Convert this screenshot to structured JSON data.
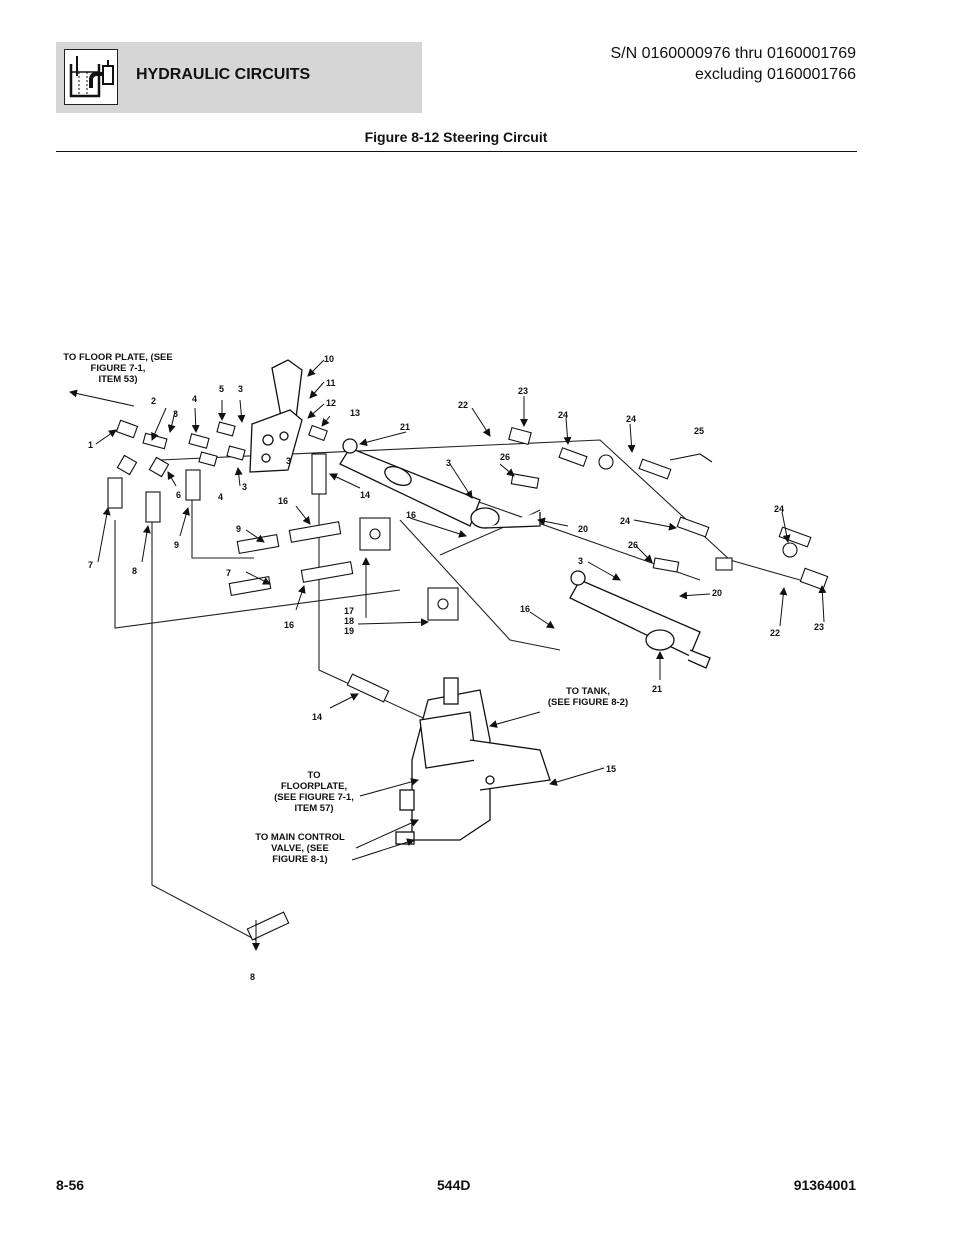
{
  "header": {
    "section_title": "HYDRAULIC CIRCUITS",
    "section_icon": "hydraulic-reservoir-icon",
    "serial_line1": "S/N 0160000976 thru 0160001769",
    "serial_line2": "excluding 0160001766"
  },
  "figure": {
    "title": "Figure 8-12 Steering Circuit",
    "notes": {
      "floor_plate_53": [
        "TO FLOOR PLATE, (SEE",
        "FIGURE 7-1,",
        "ITEM 53)"
      ],
      "tank": [
        "TO TANK,",
        "(SEE FIGURE 8-2)"
      ],
      "floorplate_57": [
        "TO",
        "FLOORPLATE,",
        "(SEE FIGURE 7-1,",
        "ITEM 57)"
      ],
      "main_control": [
        "TO MAIN CONTROL",
        "VALVE, (SEE",
        "FIGURE 8-1)"
      ]
    },
    "callouts": {
      "c10": "10",
      "c11": "11",
      "c12": "12",
      "c13": "13",
      "c5": "5",
      "c3a": "3",
      "c2": "2",
      "c3b": "3",
      "c4a": "4",
      "c1": "1",
      "c3c": "3",
      "c3d": "3",
      "c4b": "4",
      "c6": "6",
      "c9a": "9",
      "c7a": "7",
      "c8a": "8",
      "c14a": "14",
      "c16a": "16",
      "c9b": "9",
      "c7b": "7",
      "c16b": "16",
      "c17": "17",
      "c18": "18",
      "c19": "19",
      "c21a": "21",
      "c22a": "22",
      "c23a": "23",
      "c24a": "24",
      "c24b": "24",
      "c25": "25",
      "c3e": "3",
      "c26a": "26",
      "c16c": "16",
      "c20a": "20",
      "c24c": "24",
      "c24d": "24",
      "c3f": "3",
      "c26b": "26",
      "c20b": "20",
      "c16d": "16",
      "c22b": "22",
      "c23b": "23",
      "c21b": "21",
      "c14b": "14",
      "c15": "15",
      "c8b": "8"
    }
  },
  "footer": {
    "page": "8-56",
    "model": "544D",
    "doc_number": "91364001"
  }
}
